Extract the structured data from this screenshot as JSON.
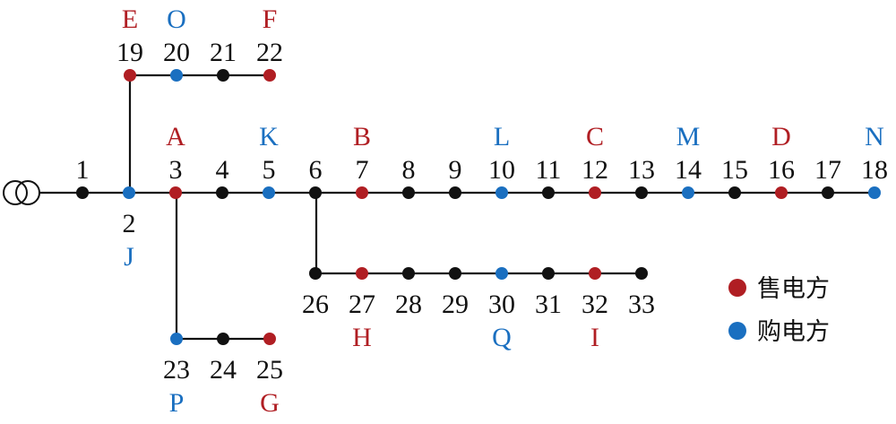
{
  "colors": {
    "seller": "#b01e23",
    "buyer": "#1a6fc0",
    "neutral": "#111111",
    "line": "#111111"
  },
  "nodes": [
    {
      "id": "1",
      "role": "neutral"
    },
    {
      "id": "2",
      "role": "buyer",
      "tag": "J"
    },
    {
      "id": "3",
      "role": "seller",
      "tag": "A"
    },
    {
      "id": "4",
      "role": "neutral"
    },
    {
      "id": "5",
      "role": "buyer",
      "tag": "K"
    },
    {
      "id": "6",
      "role": "neutral"
    },
    {
      "id": "7",
      "role": "seller",
      "tag": "B"
    },
    {
      "id": "8",
      "role": "neutral"
    },
    {
      "id": "9",
      "role": "neutral"
    },
    {
      "id": "10",
      "role": "buyer",
      "tag": "L"
    },
    {
      "id": "11",
      "role": "neutral"
    },
    {
      "id": "12",
      "role": "seller",
      "tag": "C"
    },
    {
      "id": "13",
      "role": "neutral"
    },
    {
      "id": "14",
      "role": "buyer",
      "tag": "M"
    },
    {
      "id": "15",
      "role": "neutral"
    },
    {
      "id": "16",
      "role": "seller",
      "tag": "D"
    },
    {
      "id": "17",
      "role": "neutral"
    },
    {
      "id": "18",
      "role": "buyer",
      "tag": "N"
    },
    {
      "id": "19",
      "role": "seller",
      "tag": "E"
    },
    {
      "id": "20",
      "role": "buyer",
      "tag": "O"
    },
    {
      "id": "21",
      "role": "neutral"
    },
    {
      "id": "22",
      "role": "seller",
      "tag": "F"
    },
    {
      "id": "23",
      "role": "buyer",
      "tag": "P"
    },
    {
      "id": "24",
      "role": "neutral"
    },
    {
      "id": "25",
      "role": "seller",
      "tag": "G"
    },
    {
      "id": "26",
      "role": "neutral"
    },
    {
      "id": "27",
      "role": "seller",
      "tag": "H"
    },
    {
      "id": "28",
      "role": "neutral"
    },
    {
      "id": "29",
      "role": "neutral"
    },
    {
      "id": "30",
      "role": "buyer",
      "tag": "Q"
    },
    {
      "id": "31",
      "role": "neutral"
    },
    {
      "id": "32",
      "role": "seller",
      "tag": "I"
    },
    {
      "id": "33",
      "role": "neutral"
    }
  ],
  "legend": [
    {
      "role": "seller",
      "label": "售电方"
    },
    {
      "role": "buyer",
      "label": "购电方"
    }
  ]
}
